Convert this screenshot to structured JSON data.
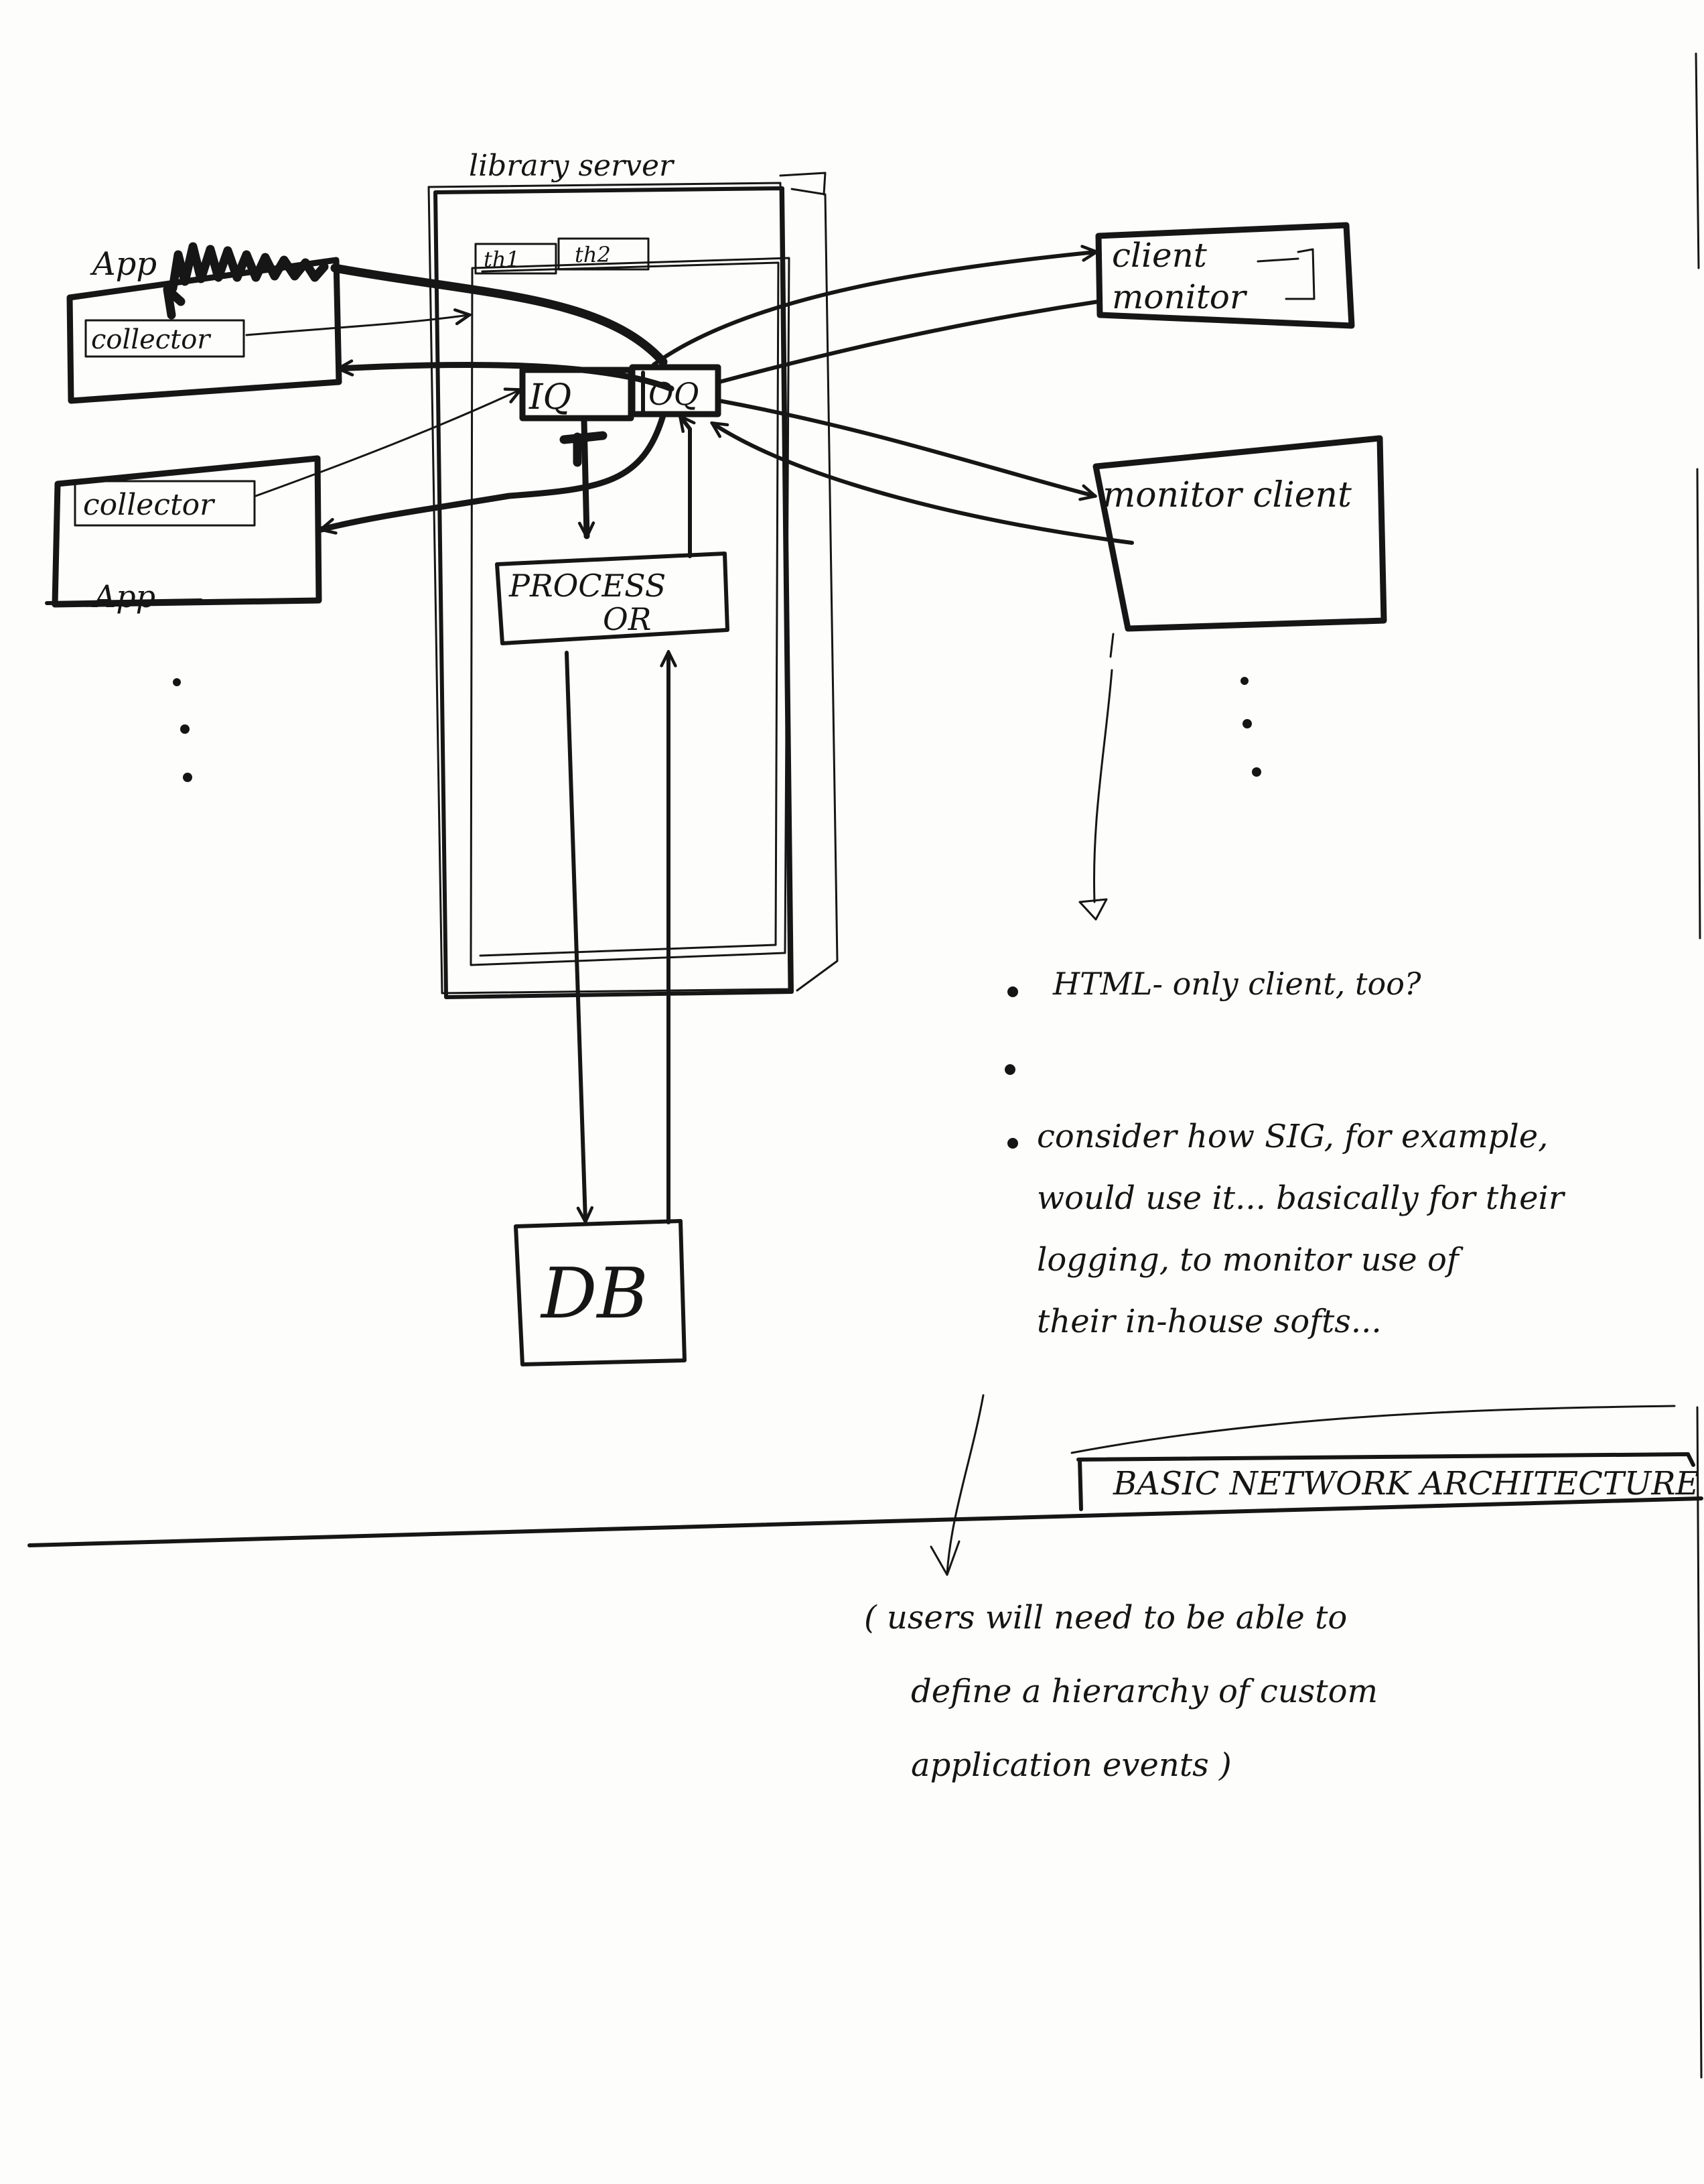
{
  "diagram": {
    "library_server_label": "library server",
    "thread_labels": [
      "th1",
      "th2"
    ],
    "app_label_top": "App",
    "app_label_bottom": "App",
    "collector_label_top": "collector",
    "collector_label_bottom": "collector",
    "iq_label": "IQ",
    "oq_label": "OQ",
    "processor_label_line1": "PROCESS",
    "processor_label_line2": "OR",
    "db_label": "DB",
    "client_monitor_line1": "client",
    "client_monitor_line2": "monitor",
    "monitor_client_label": "monitor client"
  },
  "notes": {
    "bullets": [
      "HTML- only client, too?",
      "",
      "consider how SIG, for example, would use it... basically for their logging, to monitor use of their in-house softs..."
    ],
    "bullet_lines": [
      [
        "HTML- only client, too?"
      ],
      [
        ""
      ],
      [
        "consider how SIG, for example,",
        "would use it... basically for their",
        "logging, to monitor use of",
        "their in-house softs..."
      ]
    ],
    "section_title": "BASIC NETWORK ARCHITECTURE",
    "bottom_note_lines": [
      "( users will need to be able to",
      "define a hierarchy of custom",
      "application events )"
    ]
  }
}
